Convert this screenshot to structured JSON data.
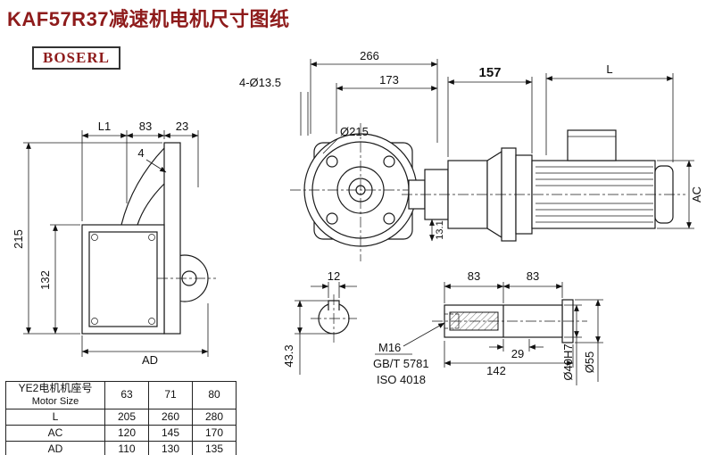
{
  "page": {
    "title": "KAF57R37减速机电机尺寸图纸",
    "logo": "BOSERL"
  },
  "dims": {
    "top_266": "266",
    "top_173": "173",
    "holes": "4-Ø13.5",
    "flange_dia": "Ø215",
    "top_157": "157",
    "top_L": "L",
    "side_AC": "AC",
    "side_131": "13.1",
    "left_L1": "L1",
    "left_83": "83",
    "left_23": "23",
    "left_4": "4",
    "left_215": "215",
    "left_132": "132",
    "left_AD": "AD",
    "sec_12": "12",
    "sec_433": "43.3",
    "shaft_83a": "83",
    "shaft_83b": "83",
    "shaft_29": "29",
    "shaft_142": "142",
    "shaft_d40": "Ø40H7",
    "shaft_d55": "Ø55",
    "shaft_M16": "M16",
    "shaft_gb": "GB/T 5781",
    "shaft_iso": "ISO 4018"
  },
  "table": {
    "col0_line1": "YE2电机机座号",
    "col0_line2": "Motor Size",
    "headers": [
      "63",
      "71",
      "80"
    ],
    "rows": [
      {
        "label": "L",
        "values": [
          "205",
          "260",
          "280"
        ]
      },
      {
        "label": "AC",
        "values": [
          "120",
          "145",
          "170"
        ]
      },
      {
        "label": "AD",
        "values": [
          "110",
          "130",
          "135"
        ]
      }
    ]
  }
}
